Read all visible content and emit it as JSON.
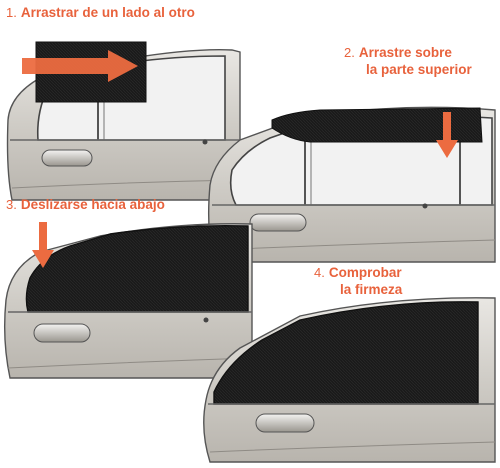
{
  "accent_color": "#e8623c",
  "steps": [
    {
      "number": "1.",
      "line1": "Arrastrar de un lado al otro",
      "line2": ""
    },
    {
      "number": "2.",
      "line1": "Arrastre sobre",
      "line2": "la parte superior"
    },
    {
      "number": "3.",
      "line1": "Deslizarse hacia abajo",
      "line2": ""
    },
    {
      "number": "4.",
      "line1": "Comprobar",
      "line2": "la firmeza"
    }
  ]
}
